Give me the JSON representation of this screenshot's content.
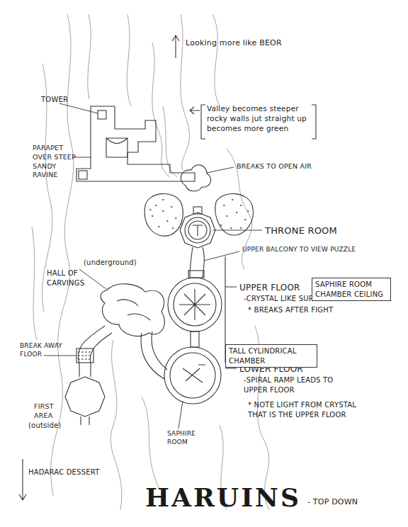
{
  "diagram": {
    "title": "HARUINS",
    "nodes": [
      {
        "text": [
          "SAPHIRE ROOM CHAMBER CEILING"
        ]
      },
      {
        "text": [
          "TALL CYLINDRICAL CHAMBER"
        ]
      }
    ],
    "labels": [
      "Looking more like BEOR",
      "TOWER",
      "PARAPET OVER STEEP SANDY RAVINE",
      "Valley becomes steeper rocky walls jut straight up becomes more green",
      "BREAKS TO OPEN AIR",
      "THRONE ROOM",
      "UPPER BALCONY TO VIEW PUZZLE",
      "(underground)",
      "HALL OF CARVINGS",
      "UPPER FLOOR",
      "-CRYSTAL LIKE SURFACE",
      "* BREAKS AFTER FIGHT",
      "BREAK AWAY FLOOR",
      "LOWER FLOOR",
      "-SPIRAL RAMP LEADS TO UPPER FLOOR",
      "* NOTE LIGHT FROM CRYSTAL THAT IS THE UPPER FLOOR",
      "FIRST AREA",
      "(outside)",
      "SAPHIRE ROOM",
      "HADARAC DESSERT",
      "- TOP DOWN"
    ]
  }
}
